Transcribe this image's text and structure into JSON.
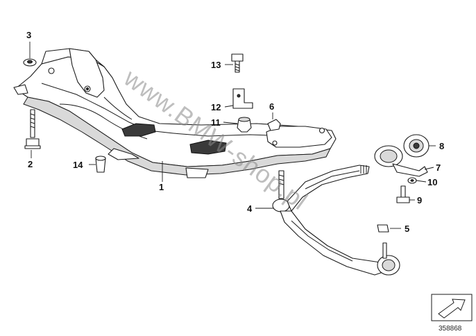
{
  "callouts": [
    {
      "id": "1",
      "text": "1"
    },
    {
      "id": "2",
      "text": "2"
    },
    {
      "id": "3",
      "text": "3"
    },
    {
      "id": "4",
      "text": "4"
    },
    {
      "id": "5",
      "text": "5"
    },
    {
      "id": "6",
      "text": "6"
    },
    {
      "id": "7",
      "text": "7"
    },
    {
      "id": "8",
      "text": "8"
    },
    {
      "id": "9",
      "text": "9"
    },
    {
      "id": "10",
      "text": "10"
    },
    {
      "id": "11",
      "text": "11"
    },
    {
      "id": "12",
      "text": "12"
    },
    {
      "id": "13",
      "text": "13"
    },
    {
      "id": "14",
      "text": "14"
    }
  ],
  "watermark": "www.BMW-shop.pl",
  "catalog_number": "358868",
  "colors": {
    "line": "#1a1a1a",
    "background": "#ffffff",
    "watermark": "#8a8a8a"
  }
}
